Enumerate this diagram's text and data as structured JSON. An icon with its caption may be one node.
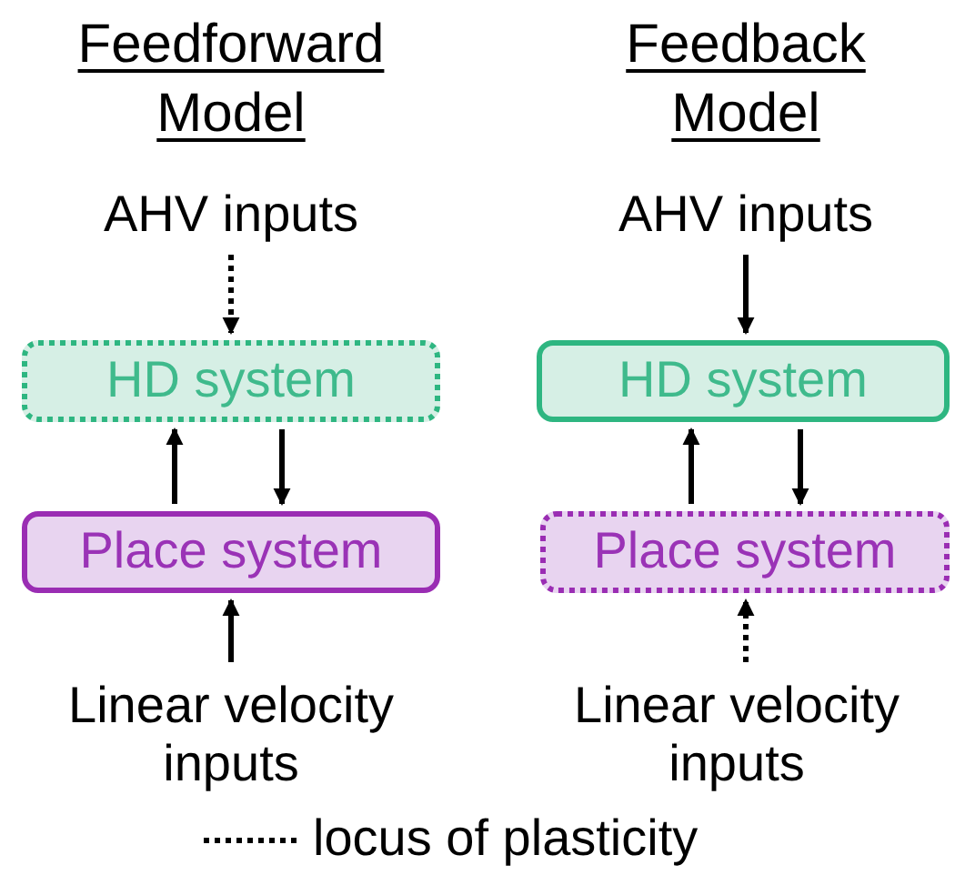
{
  "diagram": {
    "nodes": [
      {
        "text": [
          "AHV inputs"
        ]
      },
      {
        "text": [
          "HD system"
        ]
      },
      {
        "text": [
          "Place system"
        ]
      },
      {
        "text": [
          "Linear velocity inputs"
        ]
      },
      {
        "text": [
          "AHV inputs"
        ]
      },
      {
        "text": [
          "HD system"
        ]
      },
      {
        "text": [
          "Place system"
        ]
      },
      {
        "text": [
          "Linear velocity inputs"
        ]
      }
    ],
    "edges": [
      {
        "from": 0,
        "to": 1,
        "arrow": "to",
        "style": "dashed"
      },
      {
        "from": 2,
        "to": 1,
        "arrow": "to"
      },
      {
        "from": 1,
        "to": 2,
        "arrow": "to"
      },
      {
        "from": 3,
        "to": 2,
        "arrow": "to"
      },
      {
        "from": 4,
        "to": 5,
        "arrow": "to"
      },
      {
        "from": 6,
        "to": 5,
        "arrow": "to"
      },
      {
        "from": 5,
        "to": 6,
        "arrow": "to"
      },
      {
        "from": 7,
        "to": 6,
        "arrow": "to",
        "style": "dashed"
      }
    ],
    "labels": [
      "Feedforward Model",
      "Feedback Model"
    ],
    "legend": [
      {
        "text": "locus of plasticity"
      }
    ]
  }
}
